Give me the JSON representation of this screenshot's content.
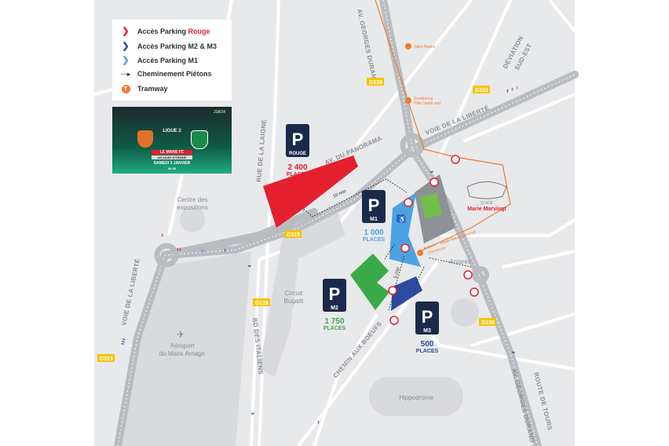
{
  "legend": {
    "items": [
      {
        "prefix": "Accès Parking ",
        "highlight": "Rouge",
        "icon": "chevron-red",
        "color": "#e4202e"
      },
      {
        "prefix": "Accès Parking M2 & M3",
        "highlight": "",
        "icon": "chevron-dark-blue",
        "color": "#2c4aa0"
      },
      {
        "prefix": "Accès Parking M1",
        "highlight": "",
        "icon": "chevron-light-blue",
        "color": "#4aa3e0"
      },
      {
        "prefix": "Cheminement Piétons",
        "highlight": "",
        "icon": "dotted-arrow"
      },
      {
        "prefix": "Tramway",
        "highlight": "",
        "icon": "tram-icon",
        "color": "#f07a2e"
      }
    ]
  },
  "poster": {
    "matchday": "J18/34",
    "league": "LIGUE 2",
    "home": "LE MANS FC",
    "away": "AS SAINT-ETIENNE",
    "date": "SAMEDI 3 JANVIER",
    "time": "20:30"
  },
  "parkings": {
    "rouge": {
      "name": "ROUGE",
      "count": "2 400",
      "unit": "PLACES",
      "color": "#e4202e"
    },
    "m1": {
      "name": "M1",
      "count": "1 000",
      "unit": "PLACES",
      "color": "#4aa3e0"
    },
    "m2": {
      "name": "M2",
      "count": "1 750",
      "unit": "PLACES",
      "color": "#3aaa48"
    },
    "m3": {
      "name": "M3",
      "count": "500",
      "unit": "PLACES",
      "color": "#2c4aa0"
    }
  },
  "walk": {
    "to_m1": "10 min",
    "to_m2": "5 min"
  },
  "roads": {
    "georges_durand_top": "AV. GEORGES DURAND",
    "georges_durand_bottom": "AV. GEORGES DURAND",
    "deviation": "DÉVIATION",
    "deviation2": "SUD-EST",
    "liberte_top": "VOIE DE LA LIBERTÉ",
    "liberte_left": "VOIE DE LA LIBERTÉ",
    "panorama": "AV. DU PANORAMA",
    "laigne": "RUE DE LA LAIGNE",
    "italiens": "BD DES ITALIENS",
    "boeufs": "CHEMIN AUX BOEUFS",
    "route_tours": "ROUTE DE TOURS"
  },
  "tags": {
    "d338_a": "D338",
    "d338_b": "D338",
    "d323_a": "D323",
    "d323_b": "D323",
    "d323_c": "D323",
    "d139": "D139"
  },
  "places": {
    "expo1": "Centre des",
    "expo2": "expositions",
    "airport1": "Aéroport",
    "airport2": "du Mans Arnage",
    "circuit1": "Circuit",
    "circuit2": "Bugatti",
    "hippodrome": "Hippodrome",
    "antares": "Antarès",
    "stade1": "STADE",
    "stade2": "Marie Marvingt"
  },
  "tram_stops": {
    "jules": "Jules Raimu",
    "guet1": "Guetteloup",
    "guet2": "Pôle Santé sud",
    "terminus1": "Antarès - Stade Marie Marvingt",
    "terminus2": "(Terminus)"
  },
  "colors": {
    "bg": "#e8e9eb",
    "road": "#b9bcc1",
    "tram": "#f07a2e"
  }
}
